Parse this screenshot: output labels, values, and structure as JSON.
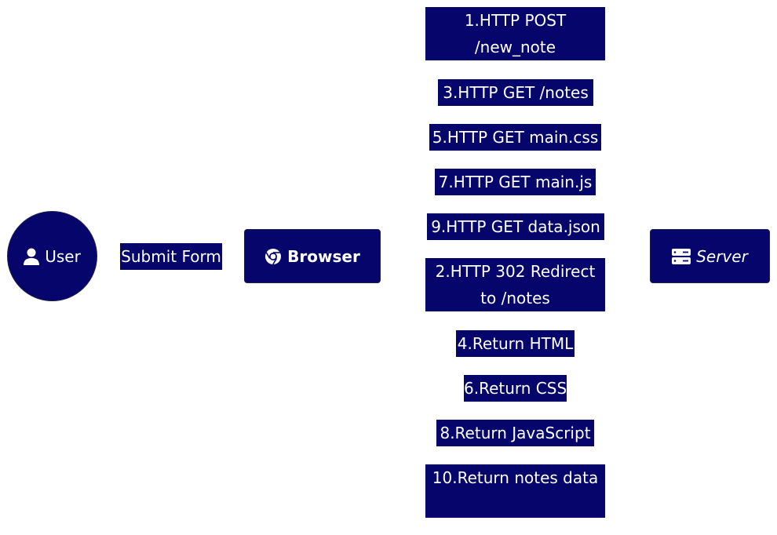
{
  "nodes": {
    "user": "User",
    "browser": "Browser",
    "server": "Server"
  },
  "edge_label": "Submit Form",
  "messages": [
    "1.HTTP POST /new_note",
    "3.HTTP GET /notes",
    "5.HTTP GET main.css",
    "7.HTTP GET main.js",
    "9.HTTP GET data.json",
    "2.HTTP 302 Redirect to /notes",
    "4.Return HTML",
    "6.Return CSS",
    "8.Return JavaScript",
    "10.Return notes data"
  ],
  "colors": {
    "node_fill": "#05056b",
    "text": "#ffffff"
  },
  "icons": {
    "user": "user-icon",
    "browser": "chrome-icon",
    "server": "server-icon"
  }
}
